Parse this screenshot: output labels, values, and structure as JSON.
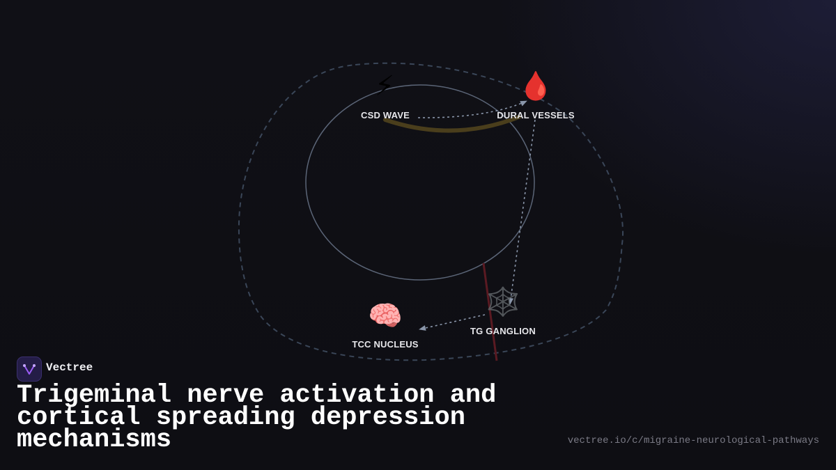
{
  "brand": {
    "name": "Vectree",
    "logo_icon": "vectree-logo-icon",
    "accent": "#9b5cf6"
  },
  "title": "Trigeminal nerve activation and cortical spreading depression mechanisms",
  "url": "vectree.io/c/migraine-neurological-pathways",
  "nodes": [
    {
      "id": "csd",
      "label": "CSD WAVE",
      "icon": "⚡",
      "icon_name": "lightning-icon"
    },
    {
      "id": "dural",
      "label": "DURAL VESSELS",
      "icon": "🩸",
      "icon_name": "blood-drop-icon"
    },
    {
      "id": "tg",
      "label": "TG GANGLION",
      "icon": "🕸️",
      "icon_name": "spider-web-icon"
    },
    {
      "id": "tcc",
      "label": "TCC NUCLEUS",
      "icon": "🧠",
      "icon_name": "brain-icon"
    }
  ],
  "edges": [
    {
      "from": "csd",
      "to": "dural"
    },
    {
      "from": "dural",
      "to": "tg"
    },
    {
      "from": "tg",
      "to": "tcc"
    }
  ],
  "colors": {
    "background": "#0f0f14",
    "outer_loop": "#3a4658",
    "inner_loop": "#5b6577",
    "arrow": "#8a96aa",
    "csd_arc": "#4a3e1c",
    "red_line": "#5a1a22"
  }
}
